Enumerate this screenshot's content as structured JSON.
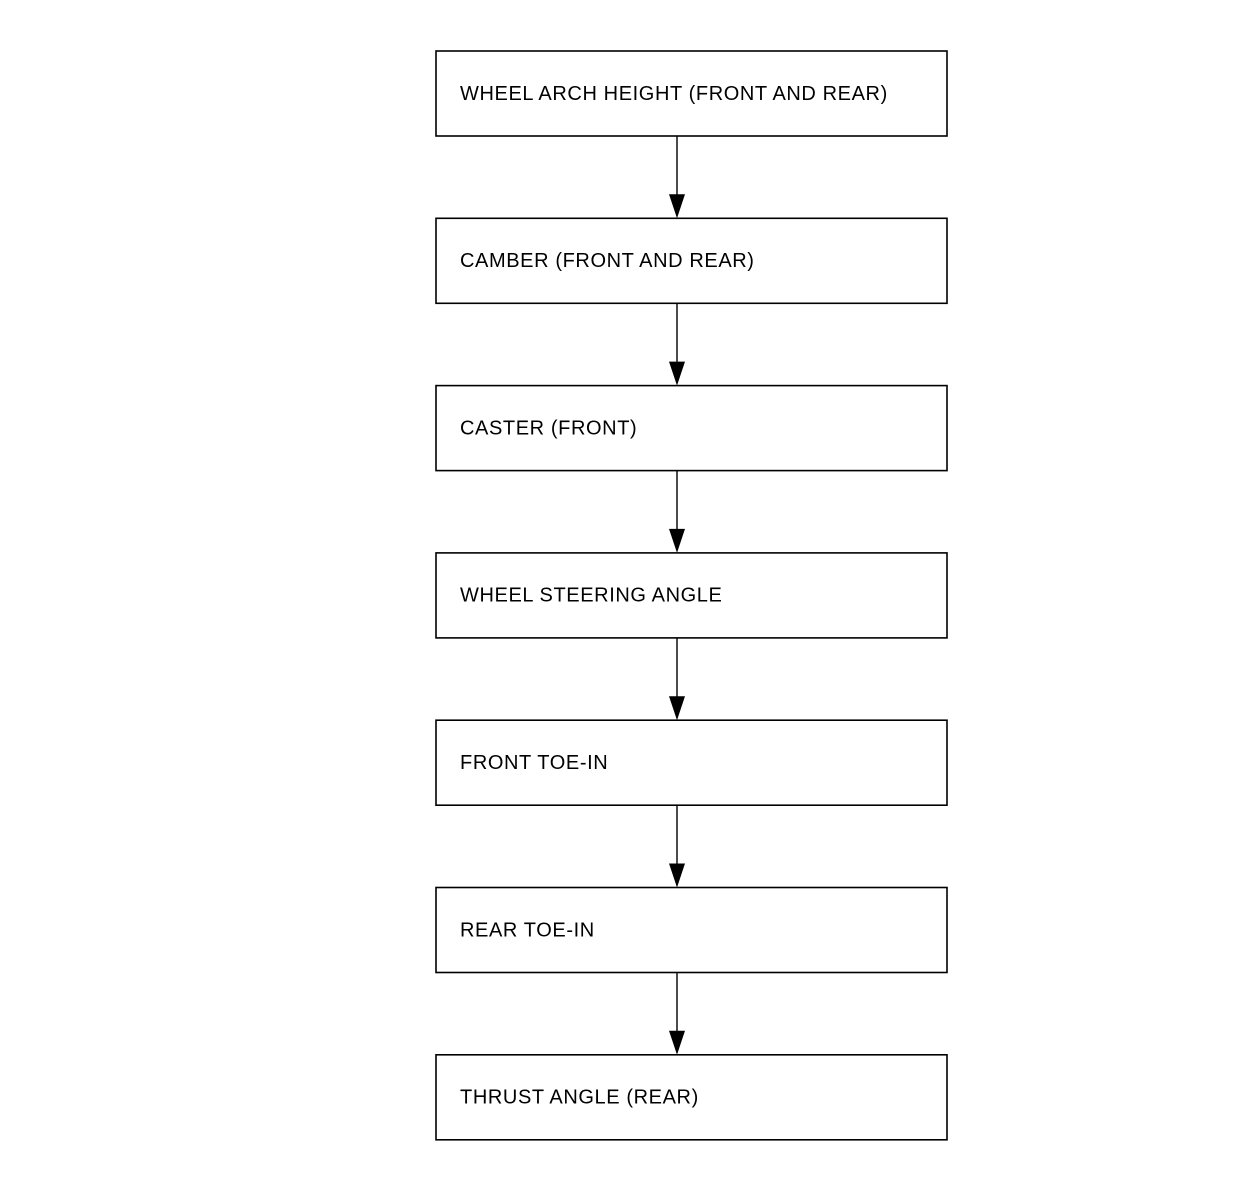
{
  "diagram": {
    "steps": [
      {
        "id": "wheel-arch-height",
        "label": "WHEEL ARCH HEIGHT (FRONT AND REAR)"
      },
      {
        "id": "camber",
        "label": "CAMBER (FRONT AND REAR)"
      },
      {
        "id": "caster",
        "label": "CASTER (FRONT)"
      },
      {
        "id": "wheel-steering-angle",
        "label": "WHEEL STEERING ANGLE"
      },
      {
        "id": "front-toe-in",
        "label": "FRONT TOE-IN"
      },
      {
        "id": "rear-toe-in",
        "label": "REAR TOE-IN"
      },
      {
        "id": "thrust-angle",
        "label": "THRUST ANGLE (REAR)"
      }
    ],
    "colors": {
      "stroke": "#000000",
      "fill": "#ffffff",
      "text": "#000000"
    }
  }
}
